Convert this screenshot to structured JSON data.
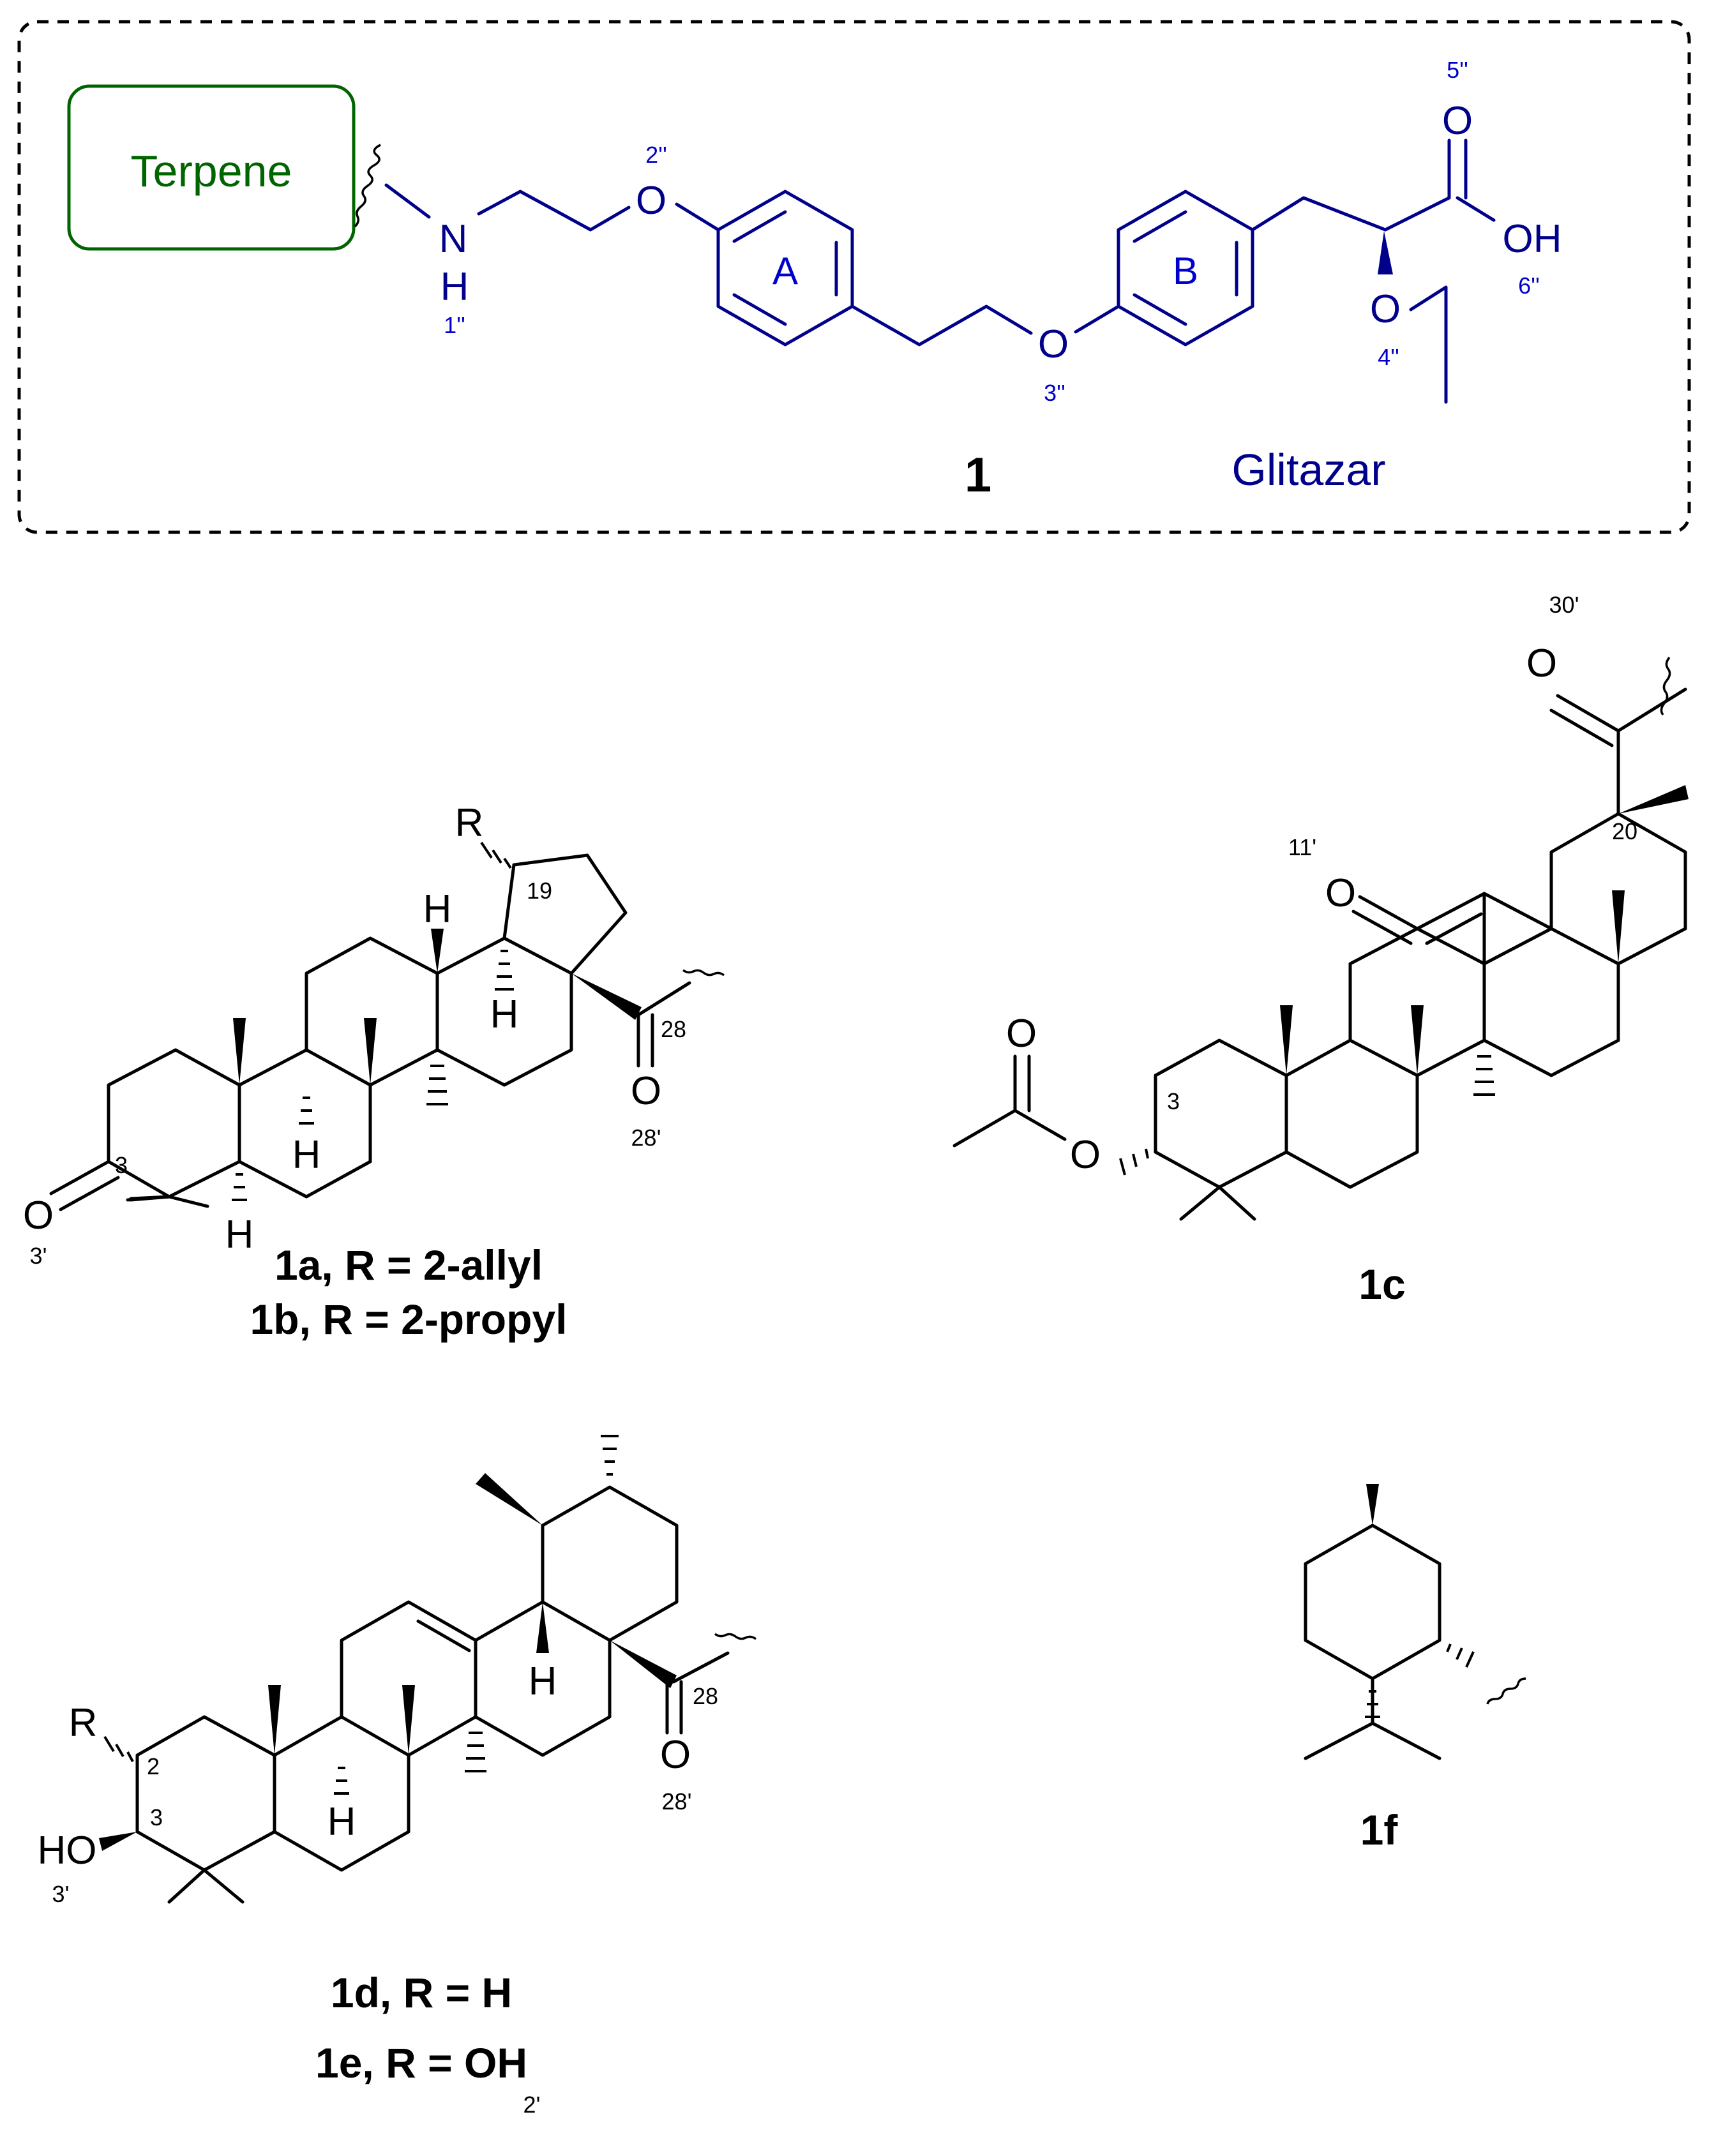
{
  "scaffold": {
    "terpene_label": "Terpene",
    "glitazar_label": "Glitazar",
    "compound_number": "1",
    "atom_NH_N": "N",
    "atom_NH_H": "H",
    "atom_O2": "O",
    "atom_O3": "O",
    "atom_O4": "O",
    "atom_O5": "O",
    "atom_OH": "OH",
    "ring_A": "A",
    "ring_B": "B",
    "pos_1pp": "1''",
    "pos_2pp": "2''",
    "pos_3pp": "3''",
    "pos_4pp": "4''",
    "pos_5pp": "5''",
    "pos_6pp": "6''",
    "colors": {
      "scaffold": "#00008b",
      "terpene": "#006400",
      "box_border": "#000000"
    }
  },
  "compound_ab": {
    "caption_line1": "1a, R = 2-allyl",
    "caption_line2": "1b, R = 2-propyl",
    "R": "R",
    "H_top": "H",
    "H_mid": "H",
    "H_low1": "H",
    "H_low2": "H",
    "O_ketone": "O",
    "O_amide": "O",
    "pos_19": "19",
    "pos_28": "28",
    "pos_28p": "28'",
    "pos_3": "3",
    "pos_3p": "3'"
  },
  "compound_c": {
    "caption": "1c",
    "O_amide": "O",
    "O_keto": "O",
    "O_ester_carbonyl": "O",
    "O_ester": "O",
    "pos_30p": "30'",
    "pos_20": "20",
    "pos_11p": "11'",
    "pos_3": "3"
  },
  "compound_de": {
    "caption_line1": "1d, R = H",
    "caption_line2": "1e, R = OH",
    "caption_sub": "2'",
    "R": "R",
    "HO": "HO",
    "H_top": "H",
    "H_low": "H",
    "O_amide": "O",
    "pos_2": "2",
    "pos_3": "3",
    "pos_3p": "3'",
    "pos_28": "28",
    "pos_28p": "28'"
  },
  "compound_f": {
    "caption": "1f"
  }
}
